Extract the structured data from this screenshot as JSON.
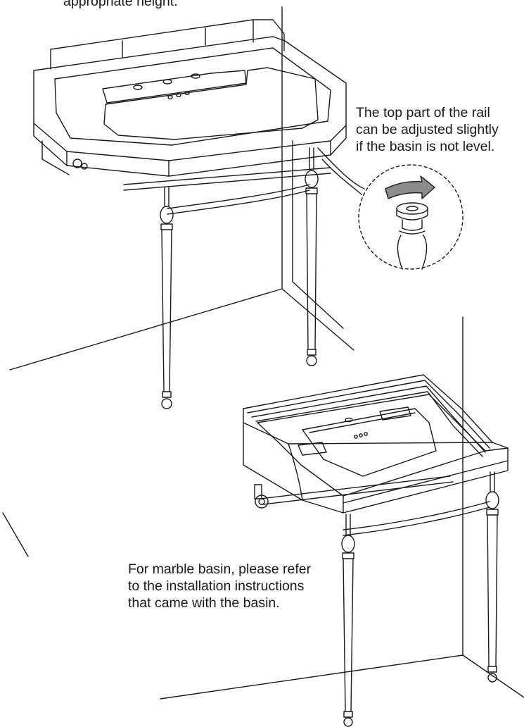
{
  "top_caption": "appropriate height.",
  "rail_note": [
    "The top part of the rail",
    "can be adjusted slightly",
    "if the basin is not level."
  ],
  "marble_note": [
    "For marble basin, please refer",
    "to the installation instructions",
    "that came with the basin."
  ],
  "colors": {
    "line": "#1a1a1a",
    "arrow_fill": "#8c8c8c",
    "background": "#ffffff"
  }
}
